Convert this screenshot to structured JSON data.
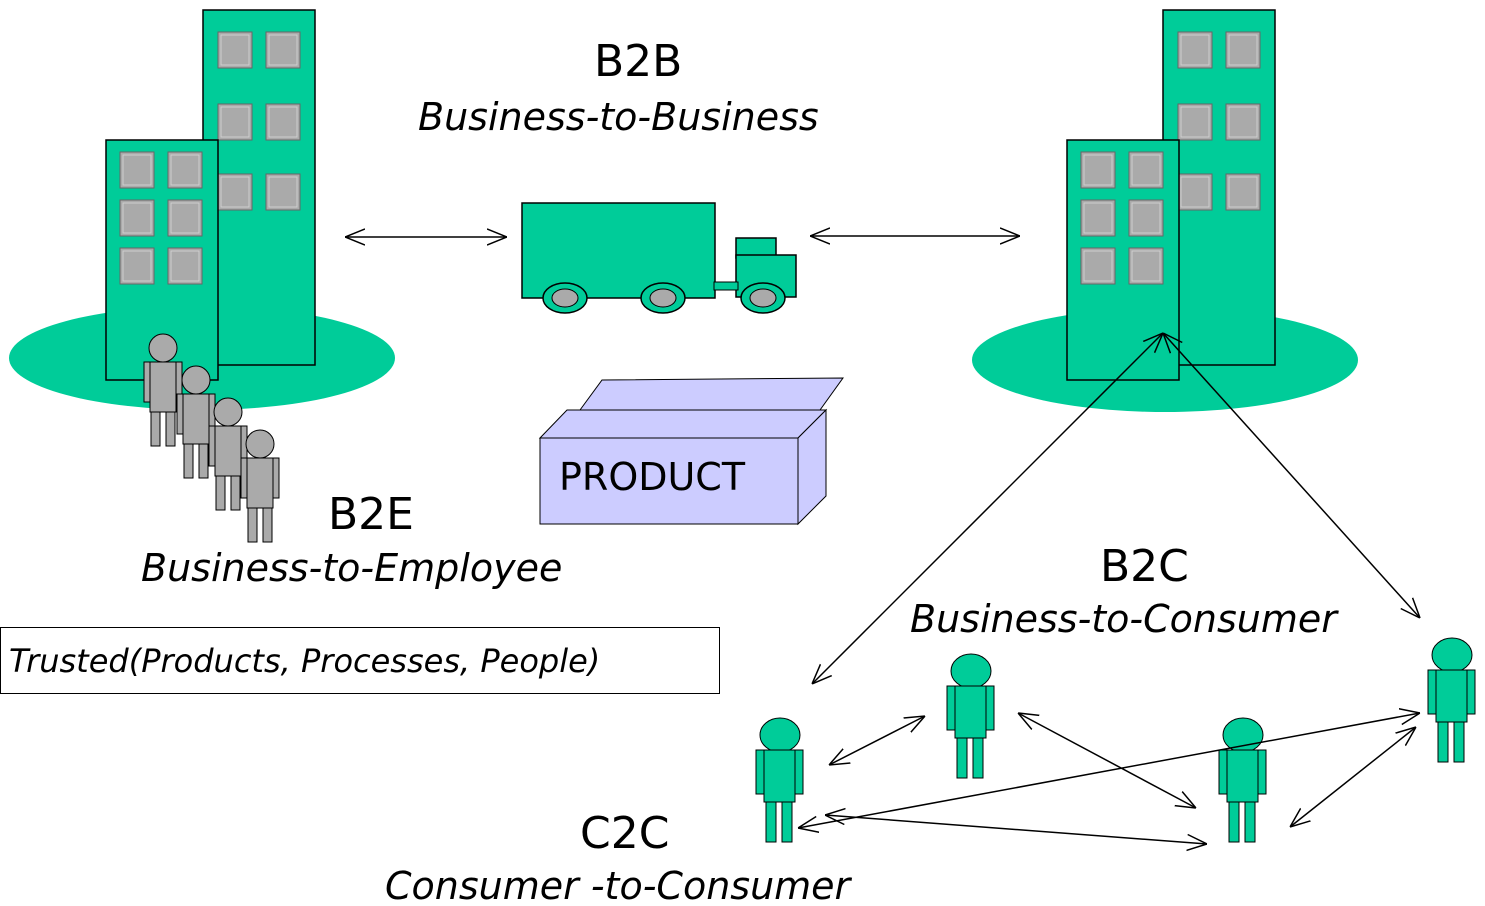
{
  "b2b": {
    "code": "B2B",
    "name": "Business-to-Business"
  },
  "b2e": {
    "code": "B2E",
    "name": "Business-to-Employee"
  },
  "b2c": {
    "code": "B2C",
    "name": "Business-to-Consumer"
  },
  "c2c": {
    "code": "C2C",
    "name": "Consumer -to-Consumer"
  },
  "product": {
    "label": "PRODUCT"
  },
  "trusted": {
    "text": "Trusted(Products, Processes, People)"
  },
  "icons": [
    "building-icon",
    "delivery-truck-icon",
    "product-box-icon",
    "employee-icon",
    "consumer-icon"
  ],
  "colors": {
    "building": "#00cc99",
    "window": "#aaaaaa",
    "employee": "#aaaaaa",
    "consumer": "#00cc99",
    "product": "#ccccff"
  }
}
